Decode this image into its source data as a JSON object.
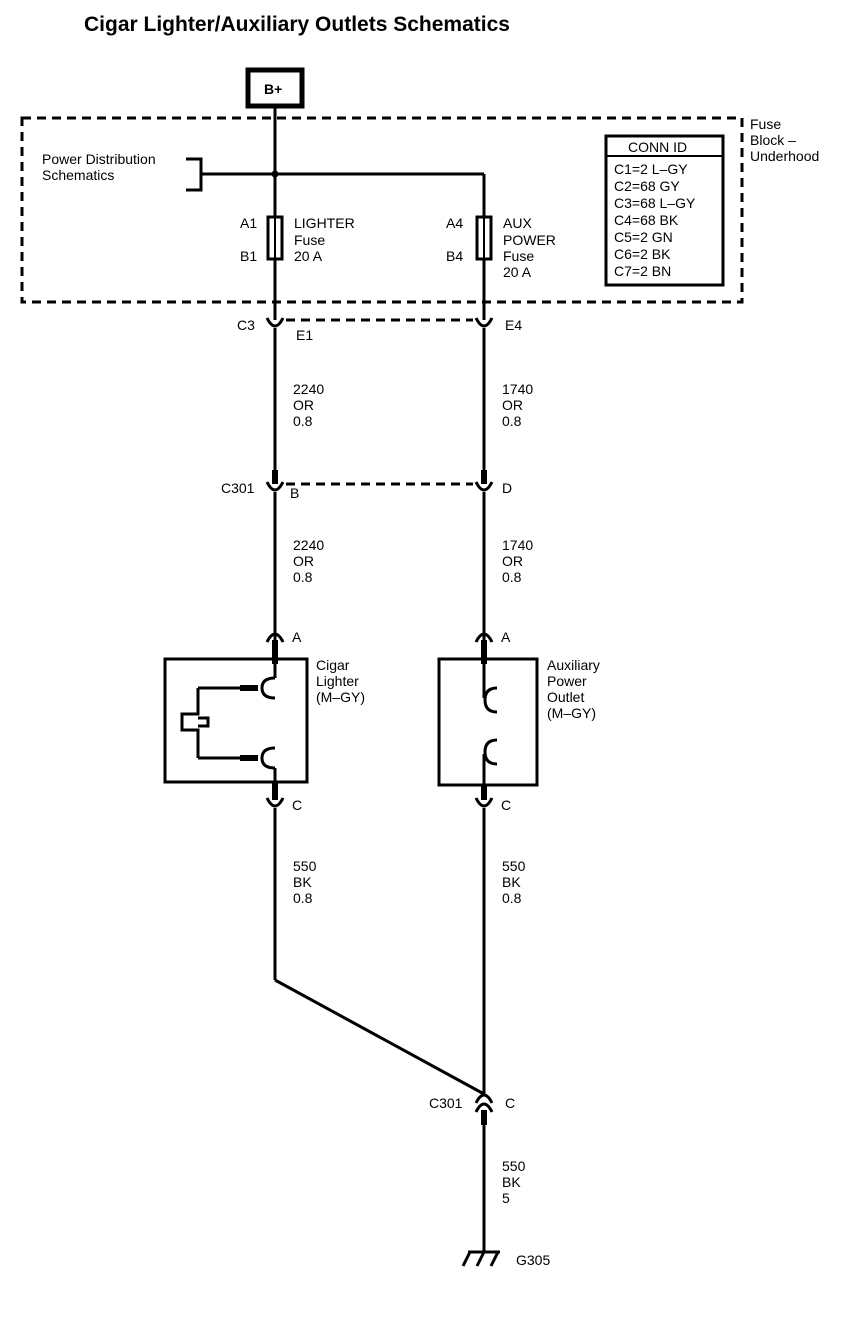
{
  "title": "Cigar Lighter/Auxiliary Outlets Schematics",
  "battery": {
    "label": "B+"
  },
  "fuse_block": {
    "name_lines": [
      "Fuse",
      "Block –",
      "Underhood"
    ],
    "power_dist_lines": [
      "Power Distribution",
      "Schematics"
    ],
    "lighter_fuse": {
      "pin_in": "A1",
      "pin_out": "B1",
      "lines": [
        "LIGHTER",
        "Fuse",
        "20 A"
      ]
    },
    "aux_fuse": {
      "pin_in": "A4",
      "pin_out": "B4",
      "lines": [
        "AUX",
        "POWER",
        "Fuse",
        "20 A"
      ]
    },
    "conn_id": {
      "header": "CONN ID",
      "rows": [
        "C1=2 L–GY",
        "C2=68 GY",
        "C3=68 L–GY",
        "C4=68 BK",
        "C5=2 GN",
        "C6=2 BK",
        "C7=2 BN"
      ]
    }
  },
  "connectors": {
    "c3": {
      "name": "C3",
      "left_pin": "E1",
      "right_pin": "E4"
    },
    "c301_top": {
      "name": "C301",
      "left_pin": "B",
      "right_pin": "D"
    },
    "lighter_in_pin": "A",
    "aux_in_pin": "A",
    "lighter_out_pin": "C",
    "aux_out_pin": "C",
    "c301_bottom": {
      "name": "C301",
      "pin": "C"
    }
  },
  "wires": {
    "lighter_upper": [
      "2240",
      "OR",
      "0.8"
    ],
    "aux_upper": [
      "1740",
      "OR",
      "0.8"
    ],
    "lighter_mid": [
      "2240",
      "OR",
      "0.8"
    ],
    "aux_mid": [
      "1740",
      "OR",
      "0.8"
    ],
    "lighter_ground": [
      "550",
      "BK",
      "0.8"
    ],
    "aux_ground": [
      "550",
      "BK",
      "0.8"
    ],
    "main_ground": [
      "550",
      "BK",
      "5"
    ]
  },
  "components": {
    "cigar_lighter": [
      "Cigar",
      "Lighter",
      "(M–GY)"
    ],
    "aux_outlet": [
      "Auxiliary",
      "Power",
      "Outlet",
      "(M–GY)"
    ]
  },
  "ground": {
    "label": "G305"
  }
}
